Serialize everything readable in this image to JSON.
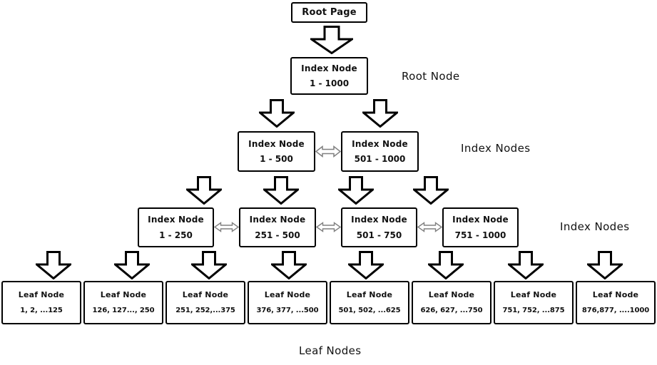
{
  "root_page": {
    "label": "Root Page"
  },
  "levels": {
    "root": {
      "side_label": "Root Node",
      "nodes": [
        {
          "title": "Index Node",
          "range": "1 - 1000"
        }
      ]
    },
    "index_level_2": {
      "side_label": "Index Nodes",
      "nodes": [
        {
          "title": "Index Node",
          "range": "1 - 500"
        },
        {
          "title": "Index Node",
          "range": "501 - 1000"
        }
      ]
    },
    "index_level_3": {
      "side_label": "Index Nodes",
      "nodes": [
        {
          "title": "Index Node",
          "range": "1 - 250"
        },
        {
          "title": "Index Node",
          "range": "251 - 500"
        },
        {
          "title": "Index Node",
          "range": "501 - 750"
        },
        {
          "title": "Index Node",
          "range": "751 - 1000"
        }
      ]
    },
    "leaf_level": {
      "bottom_label": "Leaf Nodes",
      "nodes": [
        {
          "title": "Leaf Node",
          "range": "1, 2, ...125"
        },
        {
          "title": "Leaf Node",
          "range": "126, 127..., 250"
        },
        {
          "title": "Leaf Node",
          "range": "251, 252,...375"
        },
        {
          "title": "Leaf Node",
          "range": "376, 377, ...500"
        },
        {
          "title": "Leaf Node",
          "range": "501, 502, ...625"
        },
        {
          "title": "Leaf Node",
          "range": "626, 627, ...750"
        },
        {
          "title": "Leaf Node",
          "range": "751, 752, ...875"
        },
        {
          "title": "Leaf Node",
          "range": "876,877, ....1000"
        }
      ]
    }
  },
  "icons": {
    "down_arrow_icon": "block arrow pointing down (white fill, black outline)",
    "double_arrow_icon": "horizontal double-headed link arrow (white fill, gray outline)"
  },
  "colors": {
    "box_border": "#000000",
    "box_fill": "#ffffff",
    "arrow_stroke": "#000000",
    "link_arrow_stroke": "#808080",
    "text_color": "#111111",
    "background": "#ffffff"
  }
}
